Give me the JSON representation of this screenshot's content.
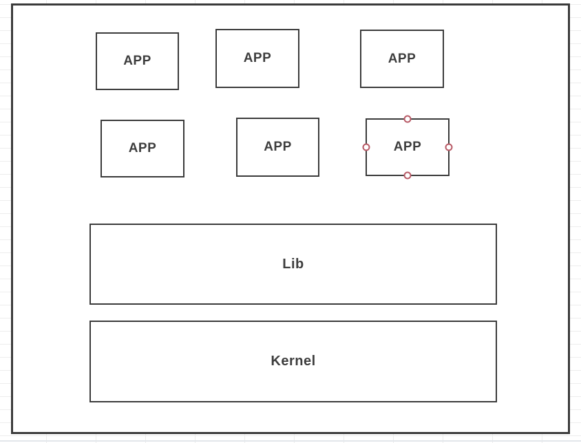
{
  "colors": {
    "shape_border": "#3a3a3a",
    "shape_fill": "#ffffff",
    "label_text": "#3d3d3d",
    "gridline": "#ededed",
    "connection_point": "#b85a66"
  },
  "diagram": {
    "app_boxes": [
      {
        "label": "APP",
        "selected": false
      },
      {
        "label": "APP",
        "selected": false
      },
      {
        "label": "APP",
        "selected": false
      },
      {
        "label": "APP",
        "selected": false
      },
      {
        "label": "APP",
        "selected": false
      },
      {
        "label": "APP",
        "selected": true
      }
    ],
    "lib_box": {
      "label": "Lib"
    },
    "kernel_box": {
      "label": "Kernel"
    },
    "selected_shape": {
      "index": 5,
      "connection_points": [
        "top",
        "right",
        "bottom",
        "left"
      ]
    }
  }
}
